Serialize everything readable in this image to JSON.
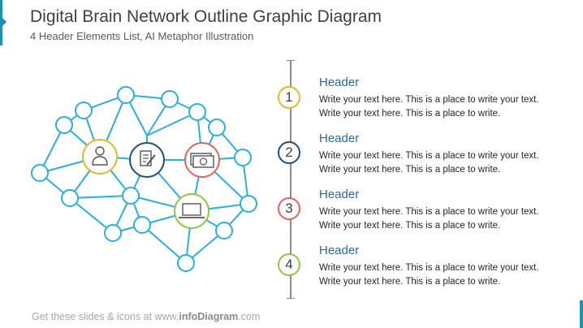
{
  "title": "Digital Brain Network Outline Graphic Diagram",
  "subtitle": "4 Header Elements List, AI Metaphor Illustration",
  "colors": {
    "accent_blue": "#1e8fb5",
    "network_line": "#2ab0dc",
    "header_text": "#2b6a96",
    "item_1": "#e7b72b",
    "item_2": "#1f4e79",
    "item_3": "#e3625a",
    "item_4": "#8dc63f"
  },
  "brain_icons": [
    {
      "name": "user-icon",
      "color": "#e7b72b"
    },
    {
      "name": "document-edit-icon",
      "color": "#1f4e79"
    },
    {
      "name": "money-icon",
      "color": "#e3625a"
    },
    {
      "name": "laptop-icon",
      "color": "#8dc63f"
    }
  ],
  "items": [
    {
      "number": "1",
      "header": "Header",
      "text": "Write your text here. This is a place to write your text. Write your text here. This is a place to write.",
      "color": "#e7b72b"
    },
    {
      "number": "2",
      "header": "Header",
      "text": "Write your text here. This is a place to write your text. Write your text here. This is a place to write.",
      "color": "#1f4e79"
    },
    {
      "number": "3",
      "header": "Header",
      "text": "Write your text here. This is a place to write your text. Write your text here. This is a place to write.",
      "color": "#e3625a"
    },
    {
      "number": "4",
      "header": "Header",
      "text": "Write your text here. This is a place to write your text. Write your text here. This is a place to write.",
      "color": "#8dc63f"
    }
  ],
  "footer": {
    "prefix": "Get these slides & icons at www.",
    "brand": "infoDiagram",
    "suffix": ".com"
  }
}
